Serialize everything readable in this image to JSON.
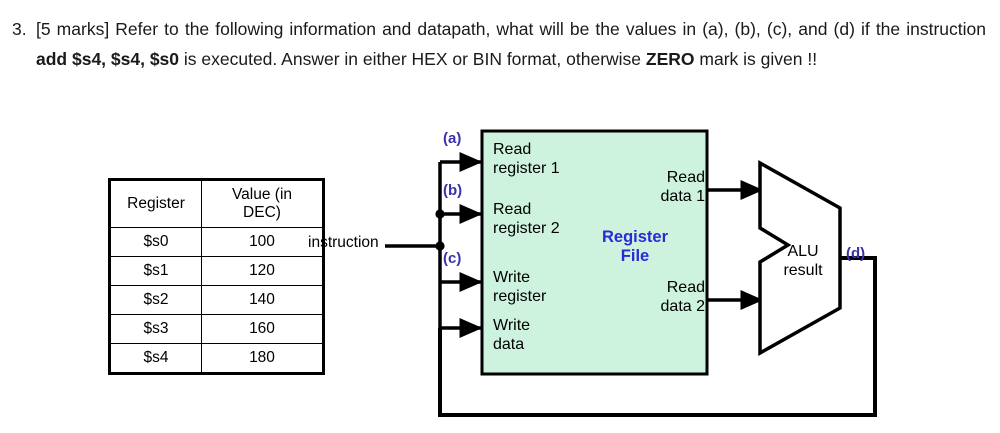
{
  "question": {
    "number": "3.",
    "marks": "[5 marks]",
    "line_1_pre": "[5 marks]  Refer to the following information and datapath, what will be the values in (a), (b), (c), and (d) if the instruction ",
    "instruction_bold": "add $s4, $s4, $s0",
    "line_1_mid": " is executed.  Answer in either HEX or BIN format, otherwise ",
    "zero_bold": "ZERO",
    "line_1_post": " mark is given !!"
  },
  "register_table": {
    "headers": [
      "Register",
      "Value (in DEC)"
    ],
    "rows": [
      {
        "register": "$s0",
        "value": "100"
      },
      {
        "register": "$s1",
        "value": "120"
      },
      {
        "register": "$s2",
        "value": "140"
      },
      {
        "register": "$s3",
        "value": "160"
      },
      {
        "register": "$s4",
        "value": "180"
      }
    ]
  },
  "datapath": {
    "instruction_label": "instruction",
    "register_file": {
      "title": "Register\nFile",
      "fill_color": "#cdf2de",
      "border_color": "#000000",
      "inputs": [
        {
          "tag": "(a)",
          "label": "Read\nregister 1"
        },
        {
          "tag": "(b)",
          "label": "Read\nregister 2"
        },
        {
          "tag": "(c)",
          "label": "Write\nregister"
        },
        {
          "tag": "",
          "label": "Write\ndata"
        }
      ],
      "outputs": [
        {
          "label": "Read\ndata 1"
        },
        {
          "label": "Read\ndata 2"
        }
      ]
    },
    "alu": {
      "label": "ALU\nresult",
      "tag": "(d)",
      "fill_color": "#ffffff",
      "border_color": "#000000"
    },
    "tag_color": "#3b30a8",
    "title_color": "#2a2ad6"
  }
}
